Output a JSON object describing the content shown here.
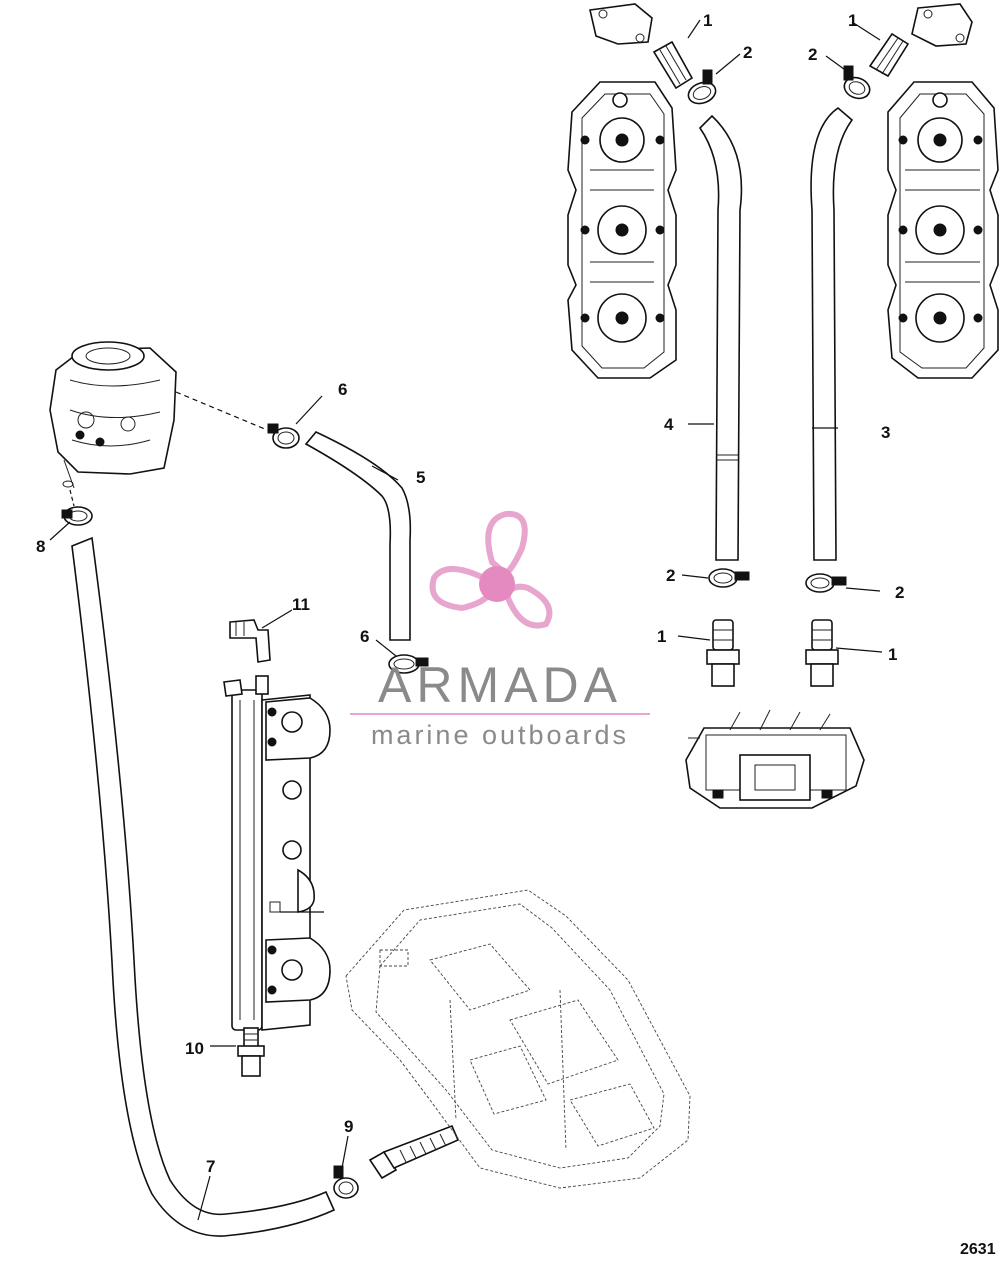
{
  "diagram": {
    "callouts": {
      "c1a": "1",
      "c1b": "1",
      "c1c": "1",
      "c1d": "1",
      "c2a": "2",
      "c2b": "2",
      "c2c": "2",
      "c2d": "2",
      "c3": "3",
      "c4": "4",
      "c5": "5",
      "c6a": "6",
      "c6b": "6",
      "c7": "7",
      "c8": "8",
      "c9": "9",
      "c10": "10",
      "c11": "11"
    },
    "watermark": {
      "brand": "ARMADA",
      "tagline": "marine outboards",
      "logo_pink": "#e8a5cd",
      "logo_hub": "#e48ac0",
      "text_gray": "#8a8a8a"
    },
    "document_number": "2631"
  }
}
